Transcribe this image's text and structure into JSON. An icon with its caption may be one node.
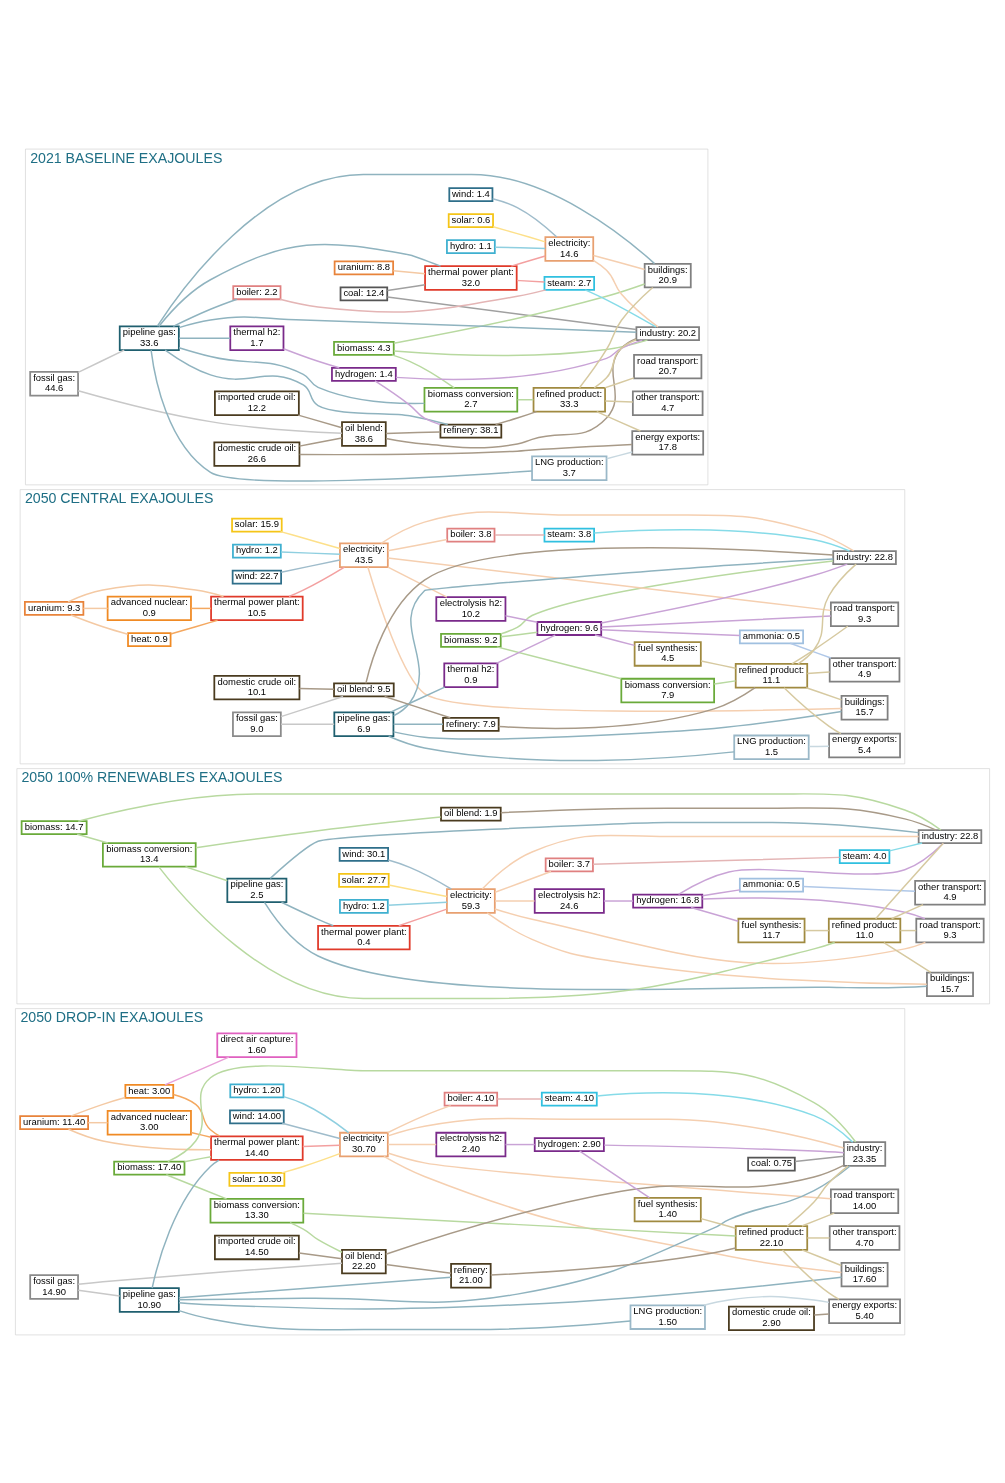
{
  "diagram": {
    "nodes": [
      {
        "text": [
          "2021 BASELINE EXAJOULES"
        ]
      },
      {
        "text": [
          "solar: 0.6"
        ],
        "in": 0
      },
      {
        "text": [
          "hydro: 1.1"
        ],
        "in": 0
      },
      {
        "text": [
          "wind: 1.4"
        ],
        "in": 0
      },
      {
        "text": [
          "uranium: 8.8"
        ],
        "in": 0
      },
      {
        "text": [
          "coal: 12.4"
        ],
        "in": 0
      },
      {
        "text": [
          "fossil gas: 44.6"
        ],
        "in": 0
      },
      {
        "text": [
          "biomass: 4.3"
        ],
        "in": 0
      },
      {
        "text": [
          "imported crude oil: 12.2"
        ],
        "in": 0
      },
      {
        "text": [
          "domestic crude oil: 26.6"
        ],
        "in": 0
      },
      {
        "text": [
          "electricity: 14.6"
        ],
        "in": 0
      },
      {
        "text": [
          "thermal power plant: 32.0"
        ],
        "in": 0
      },
      {
        "text": [
          "pipeline gas: 33.6"
        ],
        "in": 0
      },
      {
        "text": [
          "thermal h2: 1.7"
        ],
        "in": 0
      },
      {
        "text": [
          "biomass conversion: 2.7"
        ],
        "in": 0
      },
      {
        "text": [
          "oil blend: 38.6"
        ],
        "in": 0
      },
      {
        "text": [
          "steam: 2.7"
        ],
        "in": 0
      },
      {
        "text": [
          "boiler: 2.2"
        ],
        "in": 0
      },
      {
        "text": [
          "LNG production: 3.7"
        ],
        "in": 0
      },
      {
        "text": [
          "hydrogen: 1.4"
        ],
        "in": 0
      },
      {
        "text": [
          "refinery: 38.1"
        ],
        "in": 0
      },
      {
        "text": [
          "refined product: 33.3"
        ],
        "in": 0
      },
      {
        "text": [
          "buildings: 20.9"
        ],
        "in": 0
      },
      {
        "text": [
          "industry: 20.2"
        ],
        "in": 0
      },
      {
        "text": [
          "road transport: 20.7"
        ],
        "in": 0
      },
      {
        "text": [
          "other transport: 4.7"
        ],
        "in": 0
      },
      {
        "text": [
          "energy exports: 17.8"
        ],
        "in": 0
      },
      {
        "text": [
          "2050 CENTRAL EXAJOULES"
        ]
      },
      {
        "text": [
          "solar: 15.9"
        ],
        "in": 27
      },
      {
        "text": [
          "hydro: 1.2"
        ],
        "in": 27
      },
      {
        "text": [
          "wind: 22.7"
        ],
        "in": 27
      },
      {
        "text": [
          "uranium: 9.3"
        ],
        "in": 27
      },
      {
        "text": [
          "heat: 0.9"
        ],
        "in": 27
      },
      {
        "text": [
          "advanced nuclear: 0.9"
        ],
        "in": 27
      },
      {
        "text": [
          "fossil gas: 9.0"
        ],
        "in": 27
      },
      {
        "text": [
          "biomass: 9.2"
        ],
        "in": 27
      },
      {
        "text": [
          "domestic crude oil: 10.1"
        ],
        "in": 27
      },
      {
        "text": [
          "electricity: 43.5"
        ],
        "in": 27
      },
      {
        "text": [
          "electrolysis h2: 10.2"
        ],
        "in": 27
      },
      {
        "text": [
          "thermal power plant: 10.5"
        ],
        "in": 27
      },
      {
        "text": [
          "thermal h2: 0.9"
        ],
        "in": 27
      },
      {
        "text": [
          "pipeline gas: 6.9"
        ],
        "in": 27
      },
      {
        "text": [
          "biomass conversion: 7.9"
        ],
        "in": 27
      },
      {
        "text": [
          "oil blend: 9.5"
        ],
        "in": 27
      },
      {
        "text": [
          "refinery: 7.9"
        ],
        "in": 27
      },
      {
        "text": [
          "LNG production: 1.5"
        ],
        "in": 27
      },
      {
        "text": [
          "hydrogen: 9.6"
        ],
        "in": 27
      },
      {
        "text": [
          "fuel synthesis: 4.5"
        ],
        "in": 27
      },
      {
        "text": [
          "ammonia: 0.5"
        ],
        "in": 27
      },
      {
        "text": [
          "refined product: 11.1"
        ],
        "in": 27
      },
      {
        "text": [
          "boiler: 3.8"
        ],
        "in": 27
      },
      {
        "text": [
          "steam: 3.8"
        ],
        "in": 27
      },
      {
        "text": [
          "buildings: 15.7"
        ],
        "in": 27
      },
      {
        "text": [
          "industry: 22.8"
        ],
        "in": 27
      },
      {
        "text": [
          "road transport: 9.3"
        ],
        "in": 27
      },
      {
        "text": [
          "other transport: 4.9"
        ],
        "in": 27
      },
      {
        "text": [
          "energy exports: 5.4"
        ],
        "in": 27
      },
      {
        "text": [
          "2050 100% RENEWABLES EXAJOULES"
        ]
      },
      {
        "text": [
          "solar: 27.7"
        ],
        "in": 57
      },
      {
        "text": [
          "hydro: 1.2"
        ],
        "in": 57
      },
      {
        "text": [
          "wind: 30.1"
        ],
        "in": 57
      },
      {
        "text": [
          "biomass: 14.7"
        ],
        "in": 57
      },
      {
        "text": [
          "electricity: 59.3"
        ],
        "in": 57
      },
      {
        "text": [
          "thermal power plant: 0.4"
        ],
        "in": 57
      },
      {
        "text": [
          "pipeline gas: 2.5"
        ],
        "in": 57
      },
      {
        "text": [
          "biomass conversion: 13.4"
        ],
        "in": 57
      },
      {
        "text": [
          "oil blend: 1.9"
        ],
        "in": 57
      },
      {
        "text": [
          "electrolysis h2: 24.6"
        ],
        "in": 57
      },
      {
        "text": [
          "hydrogen: 16.8"
        ],
        "in": 57
      },
      {
        "text": [
          "fuel synthesis: 11.7"
        ],
        "in": 57
      },
      {
        "text": [
          "ammonia: 0.5"
        ],
        "in": 57
      },
      {
        "text": [
          "refined product: 11.0"
        ],
        "in": 57
      },
      {
        "text": [
          "boiler: 3.7"
        ],
        "in": 57
      },
      {
        "text": [
          "steam: 4.0"
        ],
        "in": 57
      },
      {
        "text": [
          "buildings: 15.7"
        ],
        "in": 57
      },
      {
        "text": [
          "industry: 22.8"
        ],
        "in": 57
      },
      {
        "text": [
          "road transport: 9.3"
        ],
        "in": 57
      },
      {
        "text": [
          "other transport: 4.9"
        ],
        "in": 57
      },
      {
        "text": [
          "2050 DROP-IN EXAJOULES"
        ]
      },
      {
        "text": [
          "solar: 10.30"
        ],
        "in": 78
      },
      {
        "text": [
          "hydro: 1.20"
        ],
        "in": 78
      },
      {
        "text": [
          "wind: 14.00"
        ],
        "in": 78
      },
      {
        "text": [
          "uranium: 11.40"
        ],
        "in": 78
      },
      {
        "text": [
          "heat: 3.00"
        ],
        "in": 78
      },
      {
        "text": [
          "advanced nuclear: 3.00"
        ],
        "in": 78
      },
      {
        "text": [
          "coal: 0.75"
        ],
        "in": 78
      },
      {
        "text": [
          "fossil gas: 14.90"
        ],
        "in": 78
      },
      {
        "text": [
          "biomass: 17.40"
        ],
        "in": 78
      },
      {
        "text": [
          "imported crude oil: 14.50"
        ],
        "in": 78
      },
      {
        "text": [
          "domestic crude oil: 2.90"
        ],
        "in": 78
      },
      {
        "text": [
          "electricity: 30.70"
        ],
        "in": 78
      },
      {
        "text": [
          "thermal power plant: 14.40"
        ],
        "in": 78
      },
      {
        "text": [
          "pipeline gas: 10.90"
        ],
        "in": 78
      },
      {
        "text": [
          "electrolysis h2: 2.40"
        ],
        "in": 78
      },
      {
        "text": [
          "biomass conversion: 13.30"
        ],
        "in": 78
      },
      {
        "text": [
          "oil blend: 22.20"
        ],
        "in": 78
      },
      {
        "text": [
          "refinery: 21.00"
        ],
        "in": 78
      },
      {
        "text": [
          "boiler: 4.10"
        ],
        "in": 78
      },
      {
        "text": [
          "LNG production: 1.50"
        ],
        "in": 78
      },
      {
        "text": [
          "hydrogen: 2.90"
        ],
        "in": 78
      },
      {
        "text": [
          "fuel synthesis: 1.40"
        ],
        "in": 78
      },
      {
        "text": [
          "refined product: 22.10"
        ],
        "in": 78
      },
      {
        "text": [
          "buildings: 17.60"
        ],
        "in": 78
      },
      {
        "text": [
          "direct air capture: 1.60"
        ],
        "in": 78
      },
      {
        "text": [
          "steam: 4.10"
        ],
        "in": 78
      },
      {
        "text": [
          "industry: 23.35"
        ],
        "in": 78
      },
      {
        "text": [
          "road transport: 14.00"
        ],
        "in": 78
      },
      {
        "text": [
          "other transport: 4.70"
        ],
        "in": 78
      },
      {
        "text": [
          "energy exports: 5.40"
        ],
        "in": 78
      }
    ],
    "edges": [
      {
        "from": 1,
        "to": 10,
        "arrow": "none",
        "color": "#fde08a"
      },
      {
        "from": 2,
        "to": 10,
        "arrow": "none",
        "color": "#8fcfe0"
      },
      {
        "from": 3,
        "to": 10,
        "arrow": "none",
        "color": "#9fbccb"
      },
      {
        "from": 4,
        "to": 11,
        "arrow": "none",
        "color": "#f4c9a3"
      },
      {
        "from": 5,
        "to": 11,
        "arrow": "none",
        "color": "#a0a0a0"
      },
      {
        "from": 5,
        "to": 23,
        "arrow": "none",
        "color": "#a0a0a0"
      },
      {
        "from": 6,
        "to": 12,
        "arrow": "none",
        "color": "#c8c8c8"
      },
      {
        "from": 6,
        "to": 15,
        "arrow": "none",
        "color": "#c8c8c8"
      },
      {
        "from": 11,
        "to": 10,
        "arrow": "none",
        "color": "#f3a0a0"
      },
      {
        "from": 11,
        "to": 16,
        "arrow": "none",
        "color": "#f3a0a0"
      },
      {
        "from": 10,
        "to": 22,
        "arrow": "none",
        "color": "#f5cfb0"
      },
      {
        "from": 10,
        "to": 23,
        "arrow": "none",
        "color": "#f5cfb0"
      },
      {
        "from": 12,
        "to": 22,
        "arrow": "none",
        "color": "#8fb3bf"
      },
      {
        "from": 12,
        "to": 11,
        "arrow": "none",
        "color": "#8fb3bf"
      },
      {
        "from": 12,
        "to": 17,
        "arrow": "none",
        "color": "#8fb3bf"
      },
      {
        "from": 12,
        "to": 23,
        "arrow": "none",
        "color": "#8fb3bf"
      },
      {
        "from": 12,
        "to": 18,
        "arrow": "none",
        "color": "#8fb3bf"
      },
      {
        "from": 12,
        "to": 13,
        "arrow": "none",
        "color": "#8fb3bf"
      },
      {
        "from": 12,
        "to": 14,
        "arrow": "none",
        "color": "#8fb3bf"
      },
      {
        "from": 12,
        "to": 20,
        "arrow": "none",
        "color": "#8fb3bf"
      },
      {
        "from": 13,
        "to": 19,
        "arrow": "none",
        "color": "#c9a3d6"
      },
      {
        "from": 19,
        "to": 20,
        "arrow": "none",
        "color": "#c9a3d6"
      },
      {
        "from": 19,
        "to": 23,
        "arrow": "none",
        "color": "#c9a3d6"
      },
      {
        "from": 7,
        "to": 14,
        "arrow": "none",
        "color": "#b8d9a0"
      },
      {
        "from": 7,
        "to": 23,
        "arrow": "none",
        "color": "#b8d9a0"
      },
      {
        "from": 7,
        "to": 22,
        "arrow": "none",
        "color": "#b8d9a0"
      },
      {
        "from": 14,
        "to": 21,
        "arrow": "none",
        "color": "#b8d9a0"
      },
      {
        "from": 17,
        "to": 16,
        "arrow": "none",
        "color": "#e4b5b5"
      },
      {
        "from": 16,
        "to": 23,
        "arrow": "none",
        "color": "#86dbe8"
      },
      {
        "from": 18,
        "to": 26,
        "arrow": "none",
        "color": "#c8d8e0"
      },
      {
        "from": 8,
        "to": 15,
        "arrow": "none",
        "color": "#a89a88"
      },
      {
        "from": 9,
        "to": 15,
        "arrow": "none",
        "color": "#a89a88"
      },
      {
        "from": 9,
        "to": 26,
        "arrow": "none",
        "color": "#a89a88"
      },
      {
        "from": 15,
        "to": 20,
        "arrow": "none",
        "color": "#a89a88"
      },
      {
        "from": 15,
        "to": 23,
        "arrow": "none",
        "color": "#a89a88"
      },
      {
        "from": 20,
        "to": 21,
        "arrow": "none",
        "color": "#a89a88"
      },
      {
        "from": 21,
        "to": 24,
        "arrow": "none",
        "color": "#d6c9a0"
      },
      {
        "from": 21,
        "to": 25,
        "arrow": "none",
        "color": "#d6c9a0"
      },
      {
        "from": 21,
        "to": 22,
        "arrow": "none",
        "color": "#d6c9a0"
      },
      {
        "from": 21,
        "to": 23,
        "arrow": "none",
        "color": "#d6c9a0"
      },
      {
        "from": 21,
        "to": 26,
        "arrow": "none",
        "color": "#d6c9a0"
      },
      {
        "from": 28,
        "to": 37,
        "arrow": "none",
        "color": "#fde08a"
      },
      {
        "from": 29,
        "to": 37,
        "arrow": "none",
        "color": "#8fcfe0"
      },
      {
        "from": 30,
        "to": 37,
        "arrow": "none",
        "color": "#9fbccb"
      },
      {
        "from": 31,
        "to": 32,
        "arrow": "none",
        "color": "#f4c9a3"
      },
      {
        "from": 31,
        "to": 33,
        "arrow": "none",
        "color": "#f4c9a3"
      },
      {
        "from": 31,
        "to": 39,
        "arrow": "none",
        "color": "#f4c9a3"
      },
      {
        "from": 32,
        "to": 39,
        "arrow": "none",
        "color": "#f4a860"
      },
      {
        "from": 33,
        "to": 39,
        "arrow": "none",
        "color": "#f4a860"
      },
      {
        "from": 39,
        "to": 37,
        "arrow": "none",
        "color": "#f3a0a0"
      },
      {
        "from": 37,
        "to": 52,
        "arrow": "none",
        "color": "#f5cfb0"
      },
      {
        "from": 37,
        "to": 50,
        "arrow": "none",
        "color": "#f5cfb0"
      },
      {
        "from": 37,
        "to": 53,
        "arrow": "none",
        "color": "#f5cfb0"
      },
      {
        "from": 37,
        "to": 54,
        "arrow": "none",
        "color": "#f5cfb0"
      },
      {
        "from": 37,
        "to": 38,
        "arrow": "none",
        "color": "#f5cfb0"
      },
      {
        "from": 38,
        "to": 46,
        "arrow": "none",
        "color": "#c9a3d6"
      },
      {
        "from": 46,
        "to": 53,
        "arrow": "none",
        "color": "#c9a3d6"
      },
      {
        "from": 46,
        "to": 54,
        "arrow": "none",
        "color": "#c9a3d6"
      },
      {
        "from": 46,
        "to": 47,
        "arrow": "none",
        "color": "#c9a3d6"
      },
      {
        "from": 46,
        "to": 48,
        "arrow": "none",
        "color": "#c9a3d6"
      },
      {
        "from": 48,
        "to": 55,
        "arrow": "none",
        "color": "#b0c8e8"
      },
      {
        "from": 47,
        "to": 49,
        "arrow": "none",
        "color": "#d6c9a0"
      },
      {
        "from": 50,
        "to": 51,
        "arrow": "none",
        "color": "#e4b5b5"
      },
      {
        "from": 51,
        "to": 53,
        "arrow": "none",
        "color": "#86dbe8"
      },
      {
        "from": 34,
        "to": 41,
        "arrow": "none",
        "color": "#c8c8c8"
      },
      {
        "from": 34,
        "to": 43,
        "arrow": "none",
        "color": "#c8c8c8"
      },
      {
        "from": 41,
        "to": 52,
        "arrow": "none",
        "color": "#8fb3bf"
      },
      {
        "from": 41,
        "to": 53,
        "arrow": "none",
        "color": "#8fb3bf"
      },
      {
        "from": 41,
        "to": 45,
        "arrow": "none",
        "color": "#8fb3bf"
      },
      {
        "from": 41,
        "to": 40,
        "arrow": "none",
        "color": "#8fb3bf"
      },
      {
        "from": 41,
        "to": 44,
        "arrow": "none",
        "color": "#8fb3bf"
      },
      {
        "from": 40,
        "to": 46,
        "arrow": "none",
        "color": "#c9a3d6"
      },
      {
        "from": 45,
        "to": 56,
        "arrow": "none",
        "color": "#c8d8e0"
      },
      {
        "from": 35,
        "to": 42,
        "arrow": "none",
        "color": "#b8d9a0"
      },
      {
        "from": 35,
        "to": 46,
        "arrow": "none",
        "color": "#b8d9a0"
      },
      {
        "from": 35,
        "to": 53,
        "arrow": "none",
        "color": "#b8d9a0"
      },
      {
        "from": 42,
        "to": 49,
        "arrow": "none",
        "color": "#b8d9a0"
      },
      {
        "from": 36,
        "to": 43,
        "arrow": "none",
        "color": "#a89a88"
      },
      {
        "from": 43,
        "to": 44,
        "arrow": "none",
        "color": "#a89a88"
      },
      {
        "from": 43,
        "to": 53,
        "arrow": "none",
        "color": "#a89a88"
      },
      {
        "from": 44,
        "to": 49,
        "arrow": "none",
        "color": "#a89a88"
      },
      {
        "from": 49,
        "to": 54,
        "arrow": "none",
        "color": "#d6c9a0"
      },
      {
        "from": 49,
        "to": 55,
        "arrow": "none",
        "color": "#d6c9a0"
      },
      {
        "from": 49,
        "to": 53,
        "arrow": "none",
        "color": "#d6c9a0"
      },
      {
        "from": 49,
        "to": 56,
        "arrow": "none",
        "color": "#d6c9a0"
      },
      {
        "from": 49,
        "to": 52,
        "arrow": "none",
        "color": "#d6c9a0"
      },
      {
        "from": 58,
        "to": 62,
        "arrow": "none",
        "color": "#fde08a"
      },
      {
        "from": 59,
        "to": 62,
        "arrow": "none",
        "color": "#8fcfe0"
      },
      {
        "from": 60,
        "to": 62,
        "arrow": "none",
        "color": "#9fbccb"
      },
      {
        "from": 63,
        "to": 62,
        "arrow": "none",
        "color": "#f3a0a0"
      },
      {
        "from": 62,
        "to": 74,
        "arrow": "none",
        "color": "#f5cfb0"
      },
      {
        "from": 62,
        "to": 72,
        "arrow": "none",
        "color": "#f5cfb0"
      },
      {
        "from": 62,
        "to": 75,
        "arrow": "none",
        "color": "#f5cfb0"
      },
      {
        "from": 62,
        "to": 76,
        "arrow": "none",
        "color": "#f5cfb0"
      },
      {
        "from": 62,
        "to": 67,
        "arrow": "none",
        "color": "#f5cfb0"
      },
      {
        "from": 64,
        "to": 63,
        "arrow": "none",
        "color": "#8fb3bf"
      },
      {
        "from": 64,
        "to": 74,
        "arrow": "none",
        "color": "#8fb3bf"
      },
      {
        "from": 64,
        "to": 75,
        "arrow": "none",
        "color": "#8fb3bf"
      },
      {
        "from": 61,
        "to": 65,
        "arrow": "none",
        "color": "#b8d9a0"
      },
      {
        "from": 61,
        "to": 75,
        "arrow": "none",
        "color": "#b8d9a0"
      },
      {
        "from": 65,
        "to": 64,
        "arrow": "none",
        "color": "#b8d9a0"
      },
      {
        "from": 65,
        "to": 71,
        "arrow": "none",
        "color": "#b8d9a0"
      },
      {
        "from": 65,
        "to": 66,
        "arrow": "none",
        "color": "#b8d9a0"
      },
      {
        "from": 66,
        "to": 75,
        "arrow": "none",
        "color": "#a89a88"
      },
      {
        "from": 67,
        "to": 68,
        "arrow": "none",
        "color": "#c9a3d6"
      },
      {
        "from": 68,
        "to": 75,
        "arrow": "none",
        "color": "#c9a3d6"
      },
      {
        "from": 68,
        "to": 76,
        "arrow": "none",
        "color": "#c9a3d6"
      },
      {
        "from": 68,
        "to": 69,
        "arrow": "none",
        "color": "#c9a3d6"
      },
      {
        "from": 68,
        "to": 70,
        "arrow": "none",
        "color": "#c9a3d6"
      },
      {
        "from": 70,
        "to": 77,
        "arrow": "none",
        "color": "#b0c8e8"
      },
      {
        "from": 69,
        "to": 71,
        "arrow": "none",
        "color": "#d6c9a0"
      },
      {
        "from": 71,
        "to": 76,
        "arrow": "none",
        "color": "#d6c9a0"
      },
      {
        "from": 71,
        "to": 77,
        "arrow": "none",
        "color": "#d6c9a0"
      },
      {
        "from": 71,
        "to": 75,
        "arrow": "none",
        "color": "#d6c9a0"
      },
      {
        "from": 71,
        "to": 74,
        "arrow": "none",
        "color": "#d6c9a0"
      },
      {
        "from": 72,
        "to": 73,
        "arrow": "none",
        "color": "#e4b5b5"
      },
      {
        "from": 73,
        "to": 75,
        "arrow": "none",
        "color": "#86dbe8"
      },
      {
        "from": 79,
        "to": 90,
        "arrow": "none",
        "color": "#fde08a"
      },
      {
        "from": 80,
        "to": 90,
        "arrow": "none",
        "color": "#8fcfe0"
      },
      {
        "from": 81,
        "to": 90,
        "arrow": "none",
        "color": "#9fbccb"
      },
      {
        "from": 82,
        "to": 83,
        "arrow": "none",
        "color": "#f4c9a3"
      },
      {
        "from": 82,
        "to": 84,
        "arrow": "none",
        "color": "#f4c9a3"
      },
      {
        "from": 82,
        "to": 91,
        "arrow": "none",
        "color": "#f4c9a3"
      },
      {
        "from": 83,
        "to": 103,
        "arrow": "none",
        "color": "#e8a0d8"
      },
      {
        "from": 83,
        "to": 91,
        "arrow": "none",
        "color": "#f4a860"
      },
      {
        "from": 84,
        "to": 91,
        "arrow": "none",
        "color": "#f4a860"
      },
      {
        "from": 91,
        "to": 90,
        "arrow": "none",
        "color": "#f3a0a0"
      },
      {
        "from": 90,
        "to": 102,
        "arrow": "none",
        "color": "#f5cfb0"
      },
      {
        "from": 90,
        "to": 97,
        "arrow": "none",
        "color": "#f5cfb0"
      },
      {
        "from": 90,
        "to": 105,
        "arrow": "none",
        "color": "#f5cfb0"
      },
      {
        "from": 90,
        "to": 106,
        "arrow": "none",
        "color": "#f5cfb0"
      },
      {
        "from": 90,
        "to": 93,
        "arrow": "none",
        "color": "#f5cfb0"
      },
      {
        "from": 85,
        "to": 105,
        "arrow": "none",
        "color": "#a0a0a0"
      },
      {
        "from": 86,
        "to": 92,
        "arrow": "none",
        "color": "#c8c8c8"
      },
      {
        "from": 86,
        "to": 95,
        "arrow": "none",
        "color": "#c8c8c8"
      },
      {
        "from": 92,
        "to": 102,
        "arrow": "none",
        "color": "#8fb3bf"
      },
      {
        "from": 92,
        "to": 105,
        "arrow": "none",
        "color": "#8fb3bf"
      },
      {
        "from": 92,
        "to": 98,
        "arrow": "none",
        "color": "#8fb3bf"
      },
      {
        "from": 92,
        "to": 91,
        "arrow": "none",
        "color": "#8fb3bf"
      },
      {
        "from": 92,
        "to": 96,
        "arrow": "none",
        "color": "#8fb3bf"
      },
      {
        "from": 87,
        "to": 91,
        "arrow": "none",
        "color": "#b8d9a0"
      },
      {
        "from": 87,
        "to": 94,
        "arrow": "none",
        "color": "#b8d9a0"
      },
      {
        "from": 87,
        "to": 105,
        "arrow": "none",
        "color": "#b8d9a0"
      },
      {
        "from": 94,
        "to": 101,
        "arrow": "none",
        "color": "#b8d9a0"
      },
      {
        "from": 94,
        "to": 95,
        "arrow": "none",
        "color": "#b8d9a0"
      },
      {
        "from": 93,
        "to": 99,
        "arrow": "none",
        "color": "#c9a3d6"
      },
      {
        "from": 99,
        "to": 100,
        "arrow": "none",
        "color": "#c9a3d6"
      },
      {
        "from": 99,
        "to": 105,
        "arrow": "none",
        "color": "#c9a3d6"
      },
      {
        "from": 100,
        "to": 101,
        "arrow": "none",
        "color": "#d6c9a0"
      },
      {
        "from": 98,
        "to": 108,
        "arrow": "none",
        "color": "#c8d8e0"
      },
      {
        "from": 88,
        "to": 95,
        "arrow": "none",
        "color": "#a89a88"
      },
      {
        "from": 89,
        "to": 108,
        "arrow": "none",
        "color": "#a89a88"
      },
      {
        "from": 95,
        "to": 96,
        "arrow": "none",
        "color": "#a89a88"
      },
      {
        "from": 95,
        "to": 105,
        "arrow": "none",
        "color": "#a89a88"
      },
      {
        "from": 96,
        "to": 101,
        "arrow": "none",
        "color": "#a89a88"
      },
      {
        "from": 101,
        "to": 106,
        "arrow": "none",
        "color": "#d6c9a0"
      },
      {
        "from": 101,
        "to": 107,
        "arrow": "none",
        "color": "#d6c9a0"
      },
      {
        "from": 101,
        "to": 105,
        "arrow": "none",
        "color": "#d6c9a0"
      },
      {
        "from": 101,
        "to": 102,
        "arrow": "none",
        "color": "#d6c9a0"
      },
      {
        "from": 101,
        "to": 108,
        "arrow": "none",
        "color": "#d6c9a0"
      },
      {
        "from": 97,
        "to": 104,
        "arrow": "none",
        "color": "#e4b5b5"
      },
      {
        "from": 104,
        "to": 105,
        "arrow": "none",
        "color": "#86dbe8"
      }
    ]
  }
}
